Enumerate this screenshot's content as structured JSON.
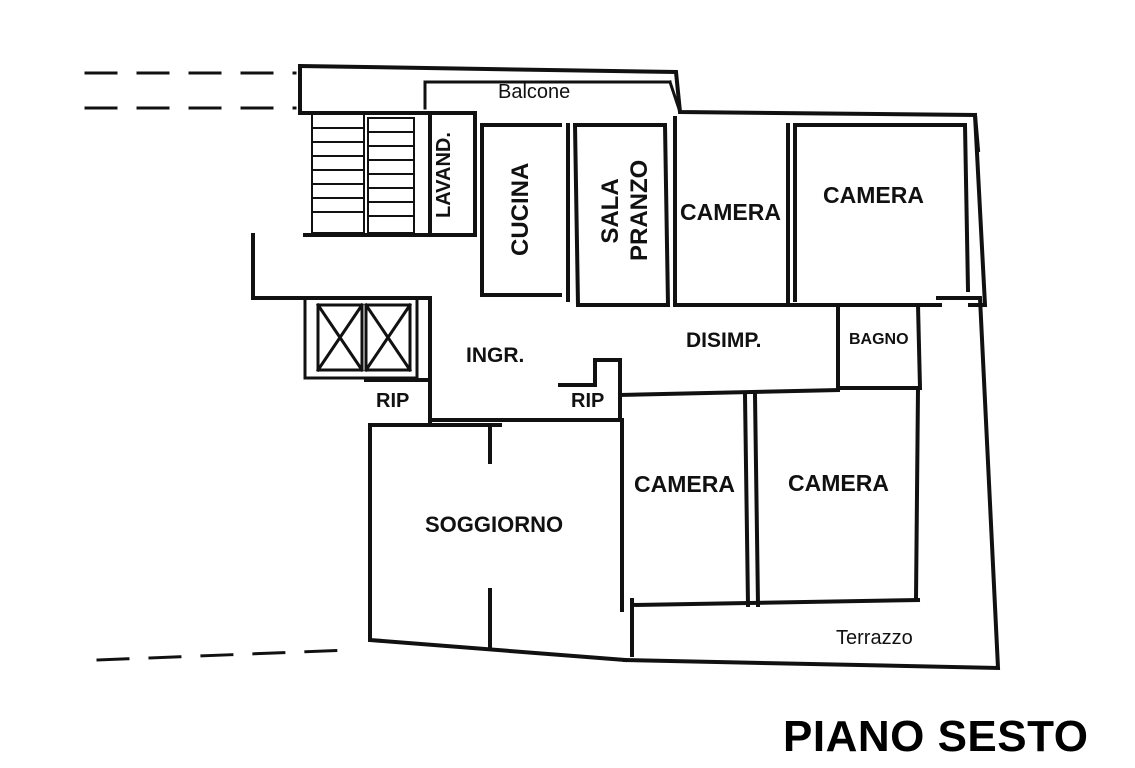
{
  "rooms": {
    "balcone": "Balcone",
    "lavanderia": "LAVAND.",
    "cucina": "CUCINA",
    "sala_pranzo": [
      "SALA",
      "PRANZO"
    ],
    "camera_1": "CAMERA",
    "camera_2": "CAMERA",
    "ingresso": "INGR.",
    "disimpegno": "DISIMP.",
    "bagno": "BAGNO",
    "rip_1": "RIP",
    "rip_2": "RIP",
    "camera_3": "CAMERA",
    "camera_4": "CAMERA",
    "soggiorno": "SOGGIORNO",
    "terrazzo": "Terrazzo"
  },
  "floor": "PIANO SESTO"
}
